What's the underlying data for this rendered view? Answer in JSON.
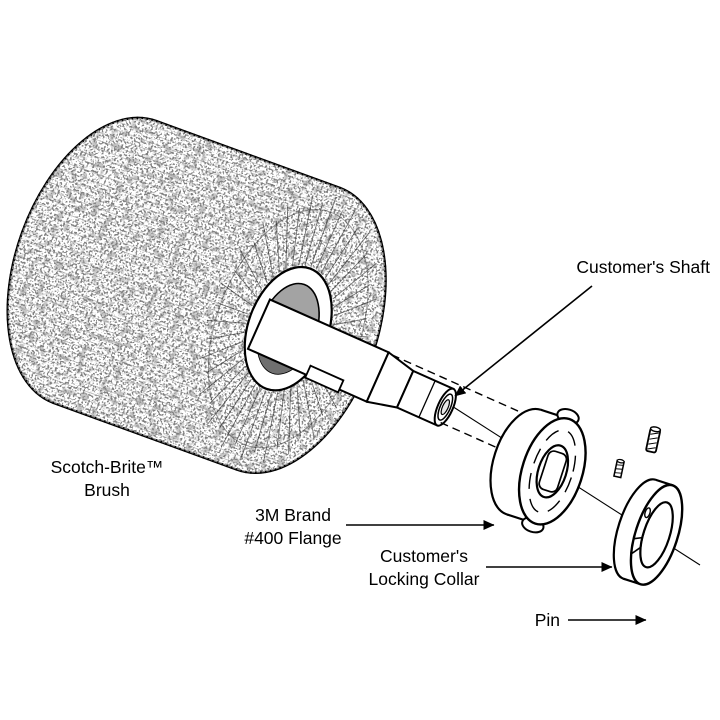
{
  "colors": {
    "background": "#ffffff",
    "ink": "#000000",
    "hole_gray": "#a3a3a3",
    "hole_shadow": "#6f6f6f"
  },
  "labels": {
    "customers_shaft": "Customer's Shaft",
    "brush_line1": "Scotch-Brite™",
    "brush_line2": "Brush",
    "flange_line1": "3M Brand",
    "flange_line2": "#400 Flange",
    "collar_line1": "Customer's",
    "collar_line2": "Locking Collar",
    "pin": "Pin"
  }
}
